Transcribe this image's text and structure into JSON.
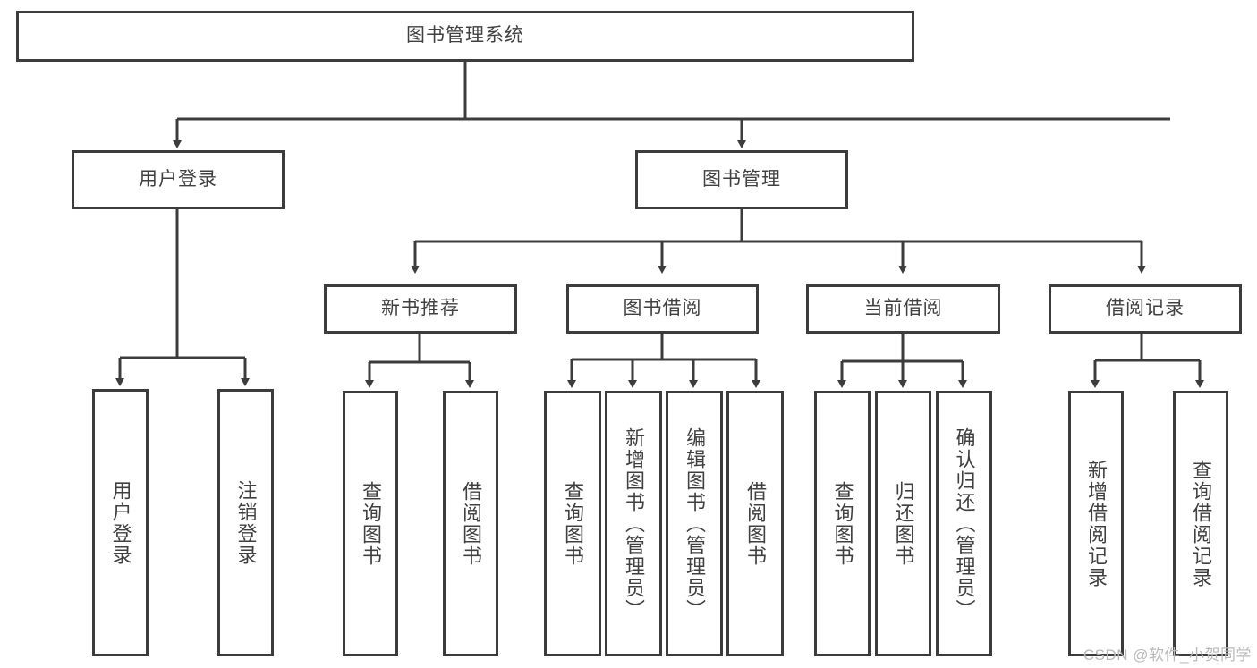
{
  "diagram": {
    "title_node": {
      "label": "图书管理系统"
    },
    "level2": [
      {
        "id": "user-login",
        "label": "用户登录"
      },
      {
        "id": "book-manage",
        "label": "图书管理"
      }
    ],
    "level3": [
      {
        "id": "new-book-recommend",
        "label": "新书推荐"
      },
      {
        "id": "book-borrow",
        "label": "图书借阅"
      },
      {
        "id": "current-borrow",
        "label": "当前借阅"
      },
      {
        "id": "borrow-record",
        "label": "借阅记录"
      }
    ],
    "leaves": {
      "user_login": [
        {
          "id": "leaf-user-login",
          "label": "用户登录"
        },
        {
          "id": "leaf-logout-login",
          "label": "注销登录"
        }
      ],
      "new_book_recommend": [
        {
          "id": "leaf-query-book-1",
          "label": "查询图书"
        },
        {
          "id": "leaf-borrow-book-1",
          "label": "借阅图书"
        }
      ],
      "book_borrow": [
        {
          "id": "leaf-query-book-2",
          "label": "查询图书"
        },
        {
          "id": "leaf-add-book",
          "label": "新增图书（管理员）"
        },
        {
          "id": "leaf-edit-book",
          "label": "编辑图书（管理员）"
        },
        {
          "id": "leaf-borrow-book-2",
          "label": "借阅图书"
        }
      ],
      "current_borrow": [
        {
          "id": "leaf-query-book-3",
          "label": "查询图书"
        },
        {
          "id": "leaf-return-book",
          "label": "归还图书"
        },
        {
          "id": "leaf-confirm-return",
          "label": "确认归还（管理员）"
        }
      ],
      "borrow_record": [
        {
          "id": "leaf-add-record",
          "label": "新增借阅记录"
        },
        {
          "id": "leaf-query-record",
          "label": "查询借阅记录"
        }
      ]
    }
  },
  "watermark": {
    "text": "CSDN @软件_小贺同学"
  },
  "colors": {
    "stroke": "#3c3c3c",
    "text": "#404040",
    "background": "#ffffff",
    "watermark": "#b9b9b9"
  }
}
